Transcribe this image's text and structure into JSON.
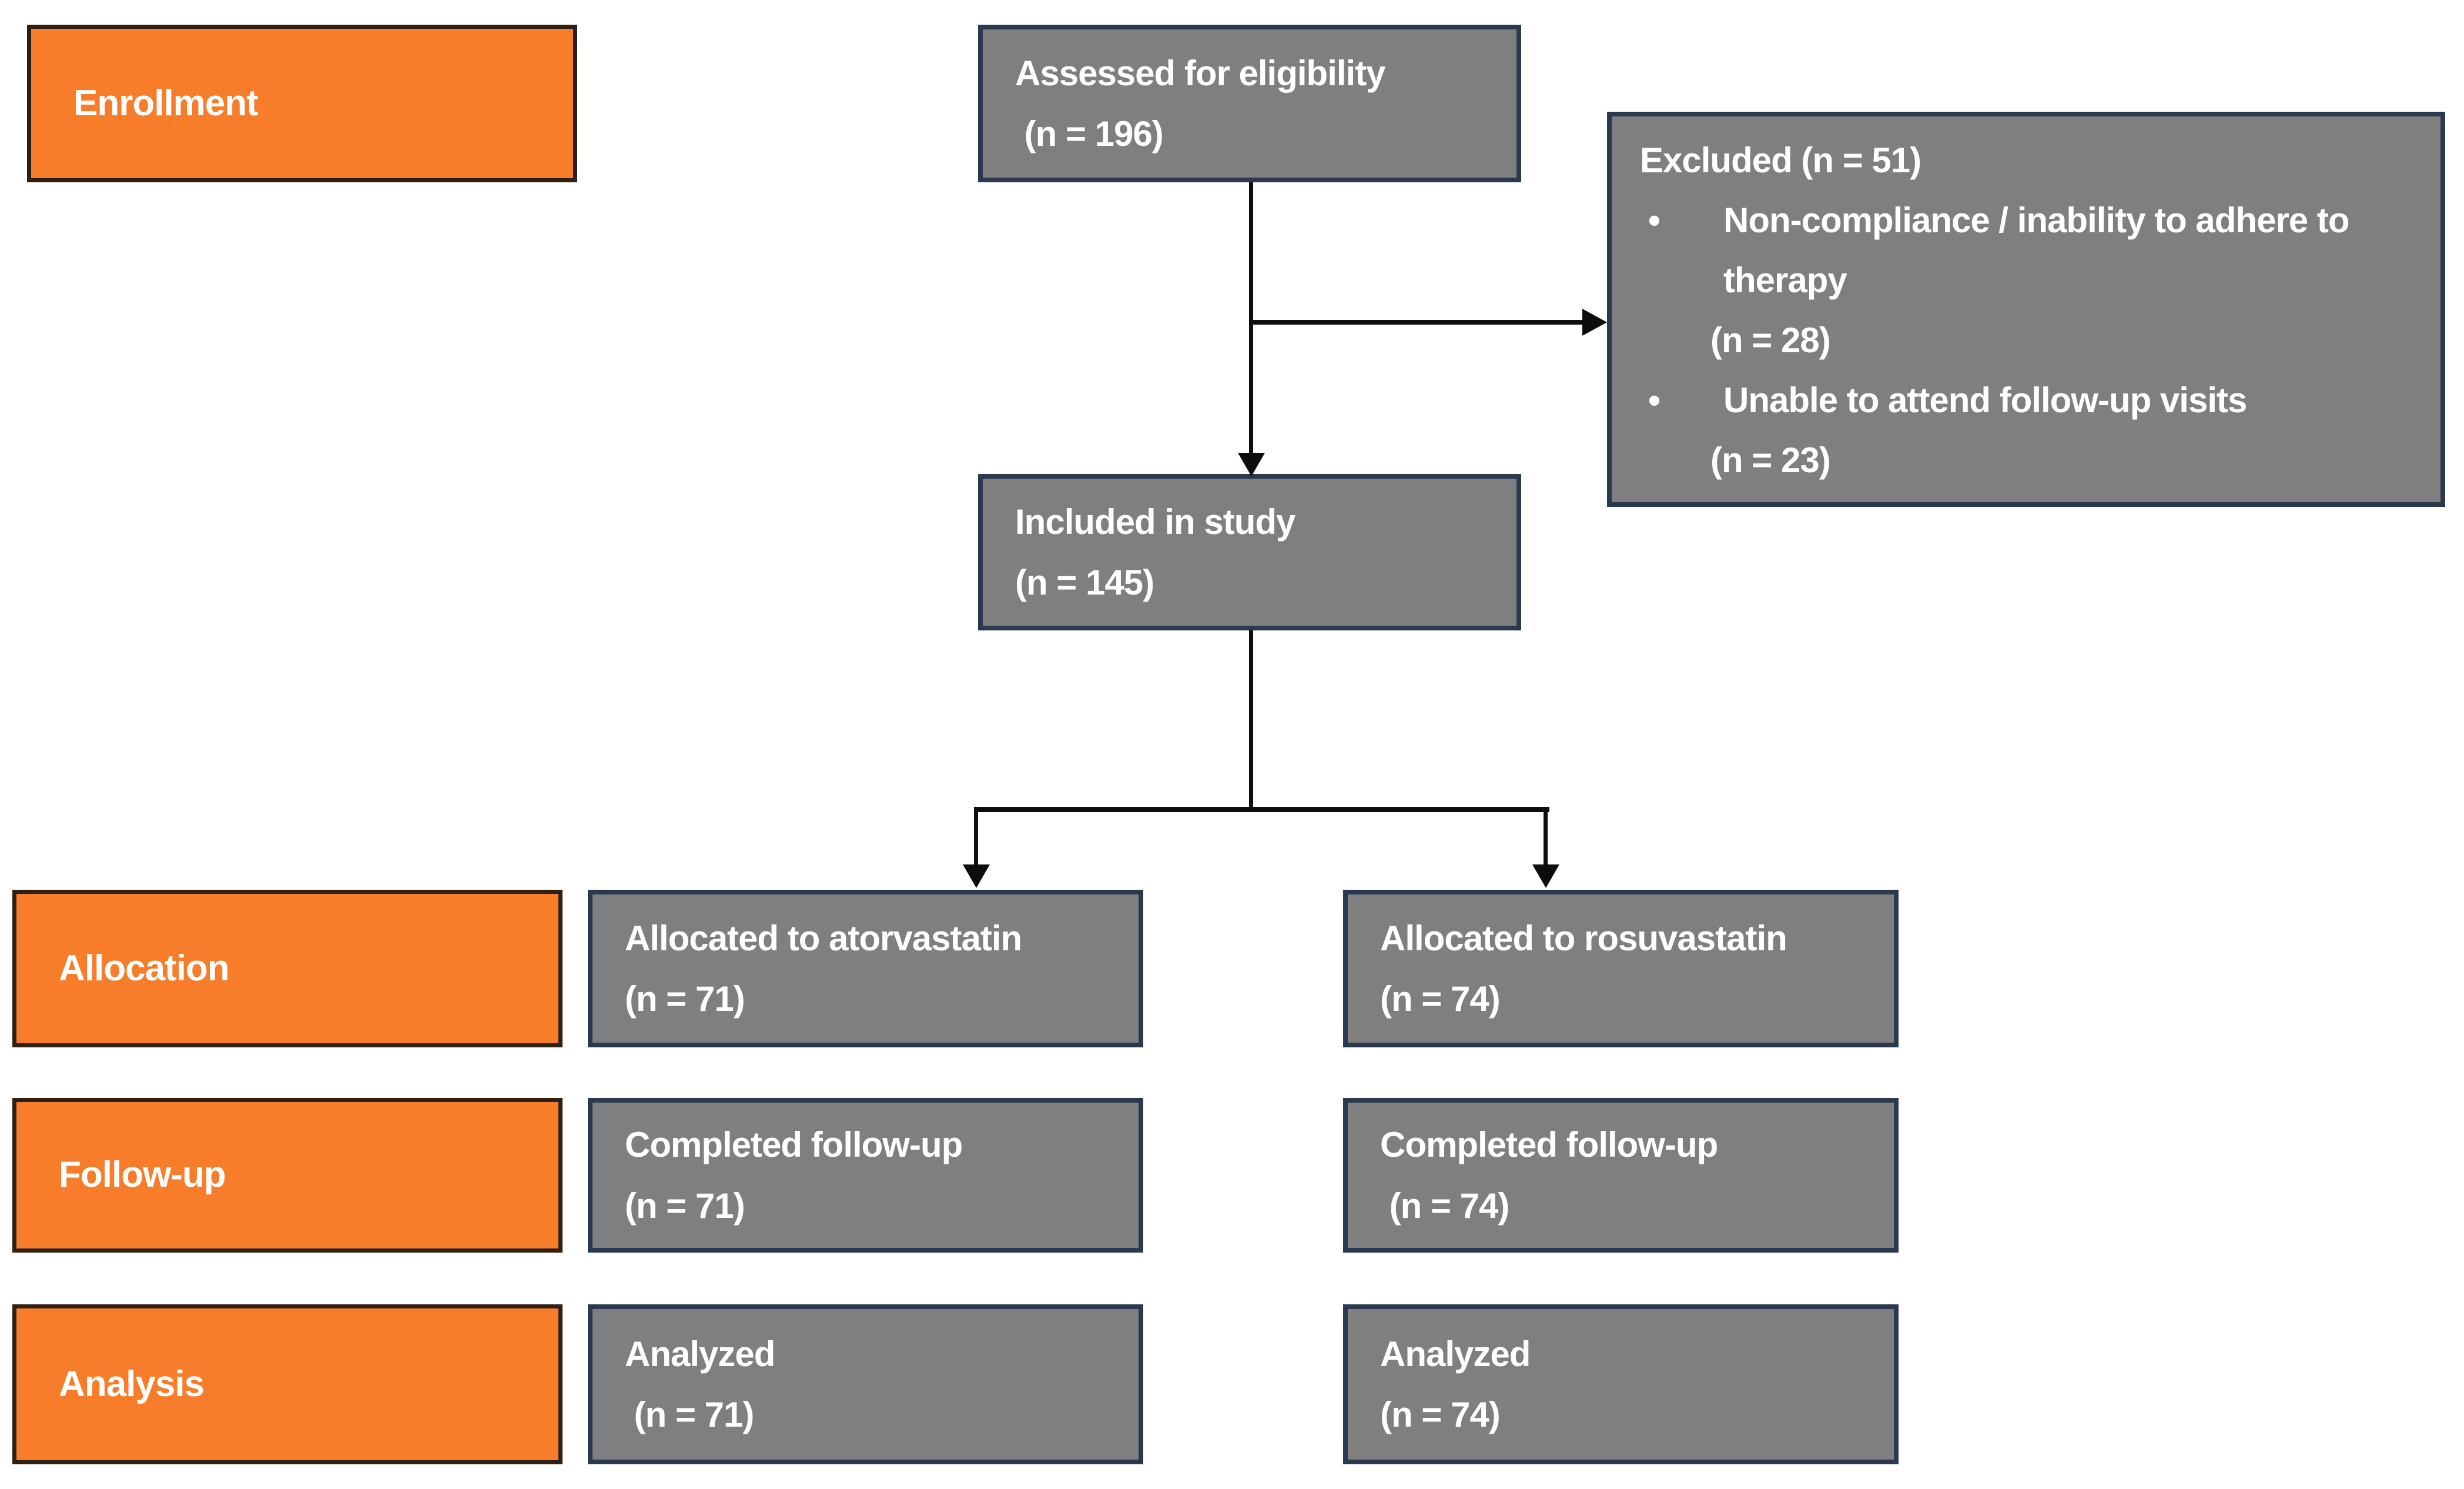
{
  "diagram": {
    "title_semantic": "CONSORT participant flow diagram",
    "bullet_char": "•",
    "colors": {
      "stage_fill": "#F87D2A",
      "stage_border": "#2E2014",
      "node_fill": "#7F7F7F",
      "node_border": "#2A3950",
      "arrow": "#0D0D0D",
      "text": "#FFFFFF",
      "background": "#FFFFFF"
    },
    "stages": {
      "enrollment": {
        "label": "Enrollment"
      },
      "allocation": {
        "label": "Allocation"
      },
      "followup": {
        "label": "Follow-up"
      },
      "analysis": {
        "label": "Analysis"
      }
    },
    "boxes": {
      "assessed": {
        "line1": "Assessed for eligibility",
        "line2": " (n = 196)"
      },
      "excluded": {
        "title": "Excluded (n = 51)",
        "items": [
          {
            "text": "Non-compliance / inability to adhere to therapy",
            "n": "(n = 28)"
          },
          {
            "text": "Unable to attend follow-up visits",
            "n": "(n = 23)"
          }
        ]
      },
      "included": {
        "line1": "Included in study",
        "line2": "(n = 145)"
      },
      "allocated_atorvastatin": {
        "line1": "Allocated to atorvastatin",
        "line2": "(n = 71)"
      },
      "allocated_rosuvastatin": {
        "line1": "Allocated to rosuvastatin",
        "line2": "(n = 74)"
      },
      "followup_atorvastatin": {
        "line1": "Completed follow-up",
        "line2": "(n = 71)"
      },
      "followup_rosuvastatin": {
        "line1": "Completed follow-up",
        "line2": " (n = 74)"
      },
      "analyzed_atorvastatin": {
        "line1": "Analyzed",
        "line2": " (n = 71)"
      },
      "analyzed_rosuvastatin": {
        "line1": "Analyzed",
        "line2": "(n = 74)"
      }
    }
  }
}
